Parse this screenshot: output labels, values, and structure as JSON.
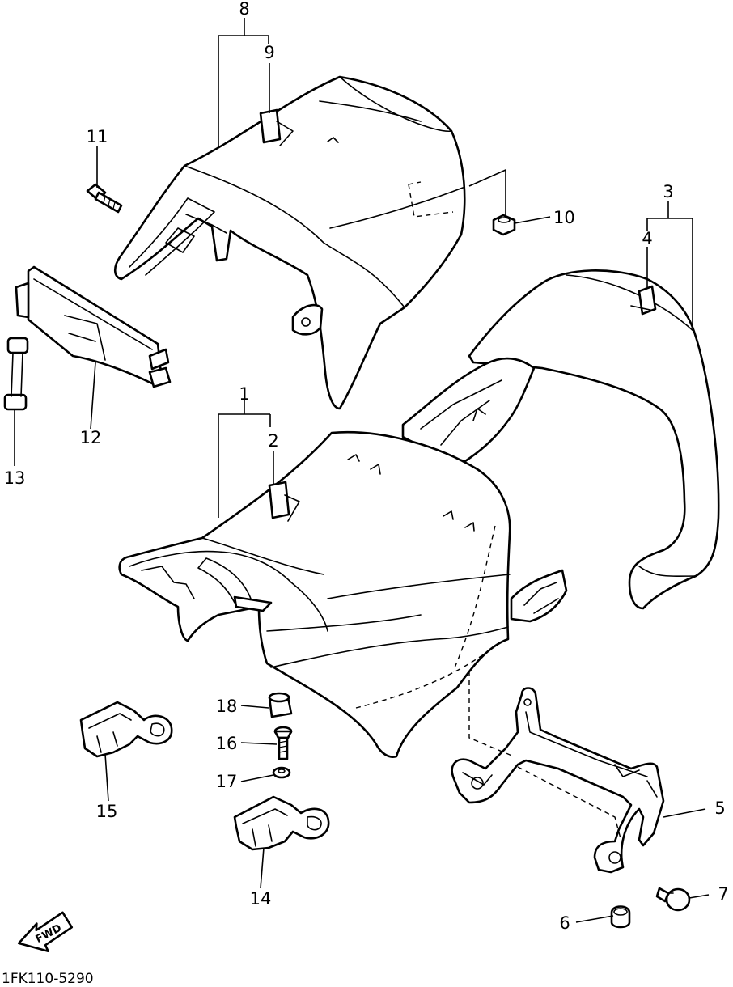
{
  "callouts": {
    "c1": "1",
    "c2": "2",
    "c3": "3",
    "c4": "4",
    "c5": "5",
    "c6": "6",
    "c7": "7",
    "c8": "8",
    "c9": "9",
    "c10": "10",
    "c11": "11",
    "c12": "12",
    "c13": "13",
    "c14": "14",
    "c15": "15",
    "c16": "16",
    "c17": "17",
    "c18": "18"
  },
  "fwd_label": "FWD",
  "diagram_code": "1FK110-5290",
  "colors": {
    "line": "#000000",
    "background": "#ffffff"
  }
}
